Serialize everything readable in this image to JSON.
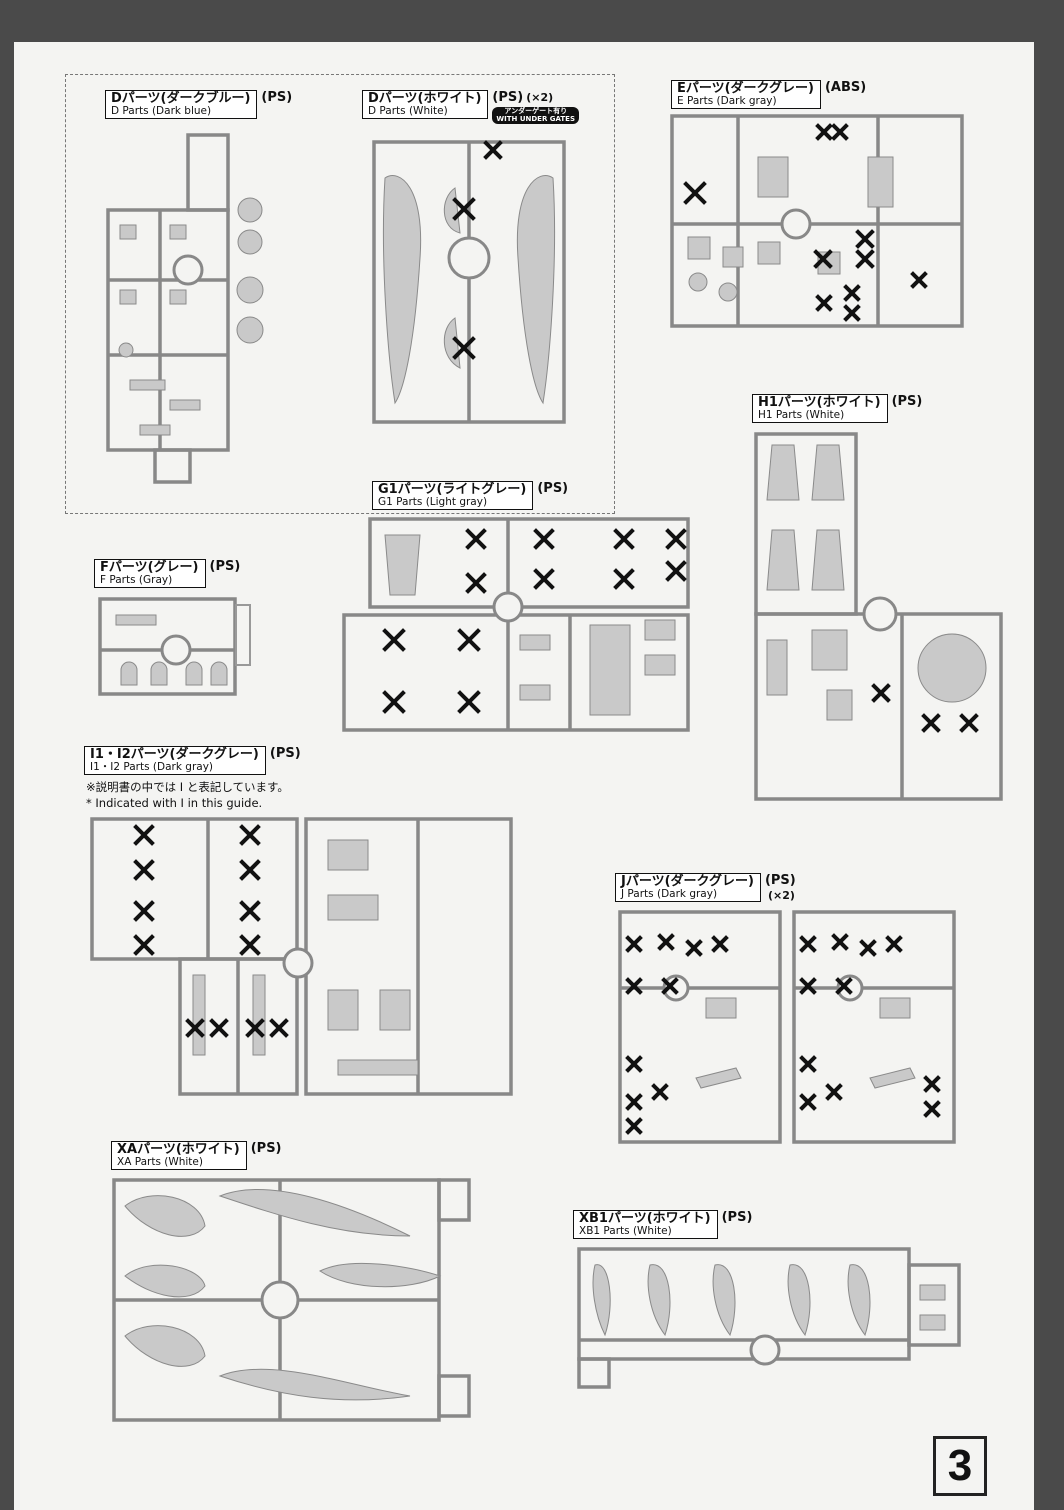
{
  "page_number": "3",
  "sections": {
    "d_dark": {
      "jp": "Dパーツ(ダークブルー)",
      "en": "D Parts (Dark blue)",
      "mat": "(PS)"
    },
    "d_white": {
      "jp": "Dパーツ(ホワイト)",
      "en": "D Parts (White)",
      "mat": "(PS)",
      "qty": "(×2)",
      "badge_jp": "アンダーゲート有り",
      "badge_en": "WITH UNDER GATES"
    },
    "e": {
      "jp": "Eパーツ(ダークグレー)",
      "en": "E Parts (Dark gray)",
      "mat": "(ABS)"
    },
    "h1": {
      "jp": "H1パーツ(ホワイト)",
      "en": "H1 Parts (White)",
      "mat": "(PS)"
    },
    "g1": {
      "jp": "G1パーツ(ライトグレー)",
      "en": "G1 Parts (Light gray)",
      "mat": "(PS)"
    },
    "f": {
      "jp": "Fパーツ(グレー)",
      "en": "F Parts (Gray)",
      "mat": "(PS)"
    },
    "i": {
      "jp": "I1・I2パーツ(ダークグレー)",
      "en": "I1・I2 Parts (Dark gray)",
      "mat": "(PS)",
      "note_jp": "※説明書の中では Ⅰ と表記しています。",
      "note_en": "* Indicated with Ⅰ in this guide."
    },
    "j": {
      "jp": "Jパーツ(ダークグレー)",
      "en": "J Parts (Dark gray)",
      "mat": "(PS)",
      "qty": "(×2)"
    },
    "xa": {
      "jp": "XAパーツ(ホワイト)",
      "en": "XA Parts (White)",
      "mat": "(PS)"
    },
    "xb1": {
      "jp": "XB1パーツ(ホワイト)",
      "en": "XB1 Parts (White)",
      "mat": "(PS)"
    }
  },
  "colors": {
    "runner": "#888888",
    "part": "#c9c9c9",
    "mark": "#111111",
    "background": "#4a4a4a",
    "paper": "#f4f4f2"
  }
}
